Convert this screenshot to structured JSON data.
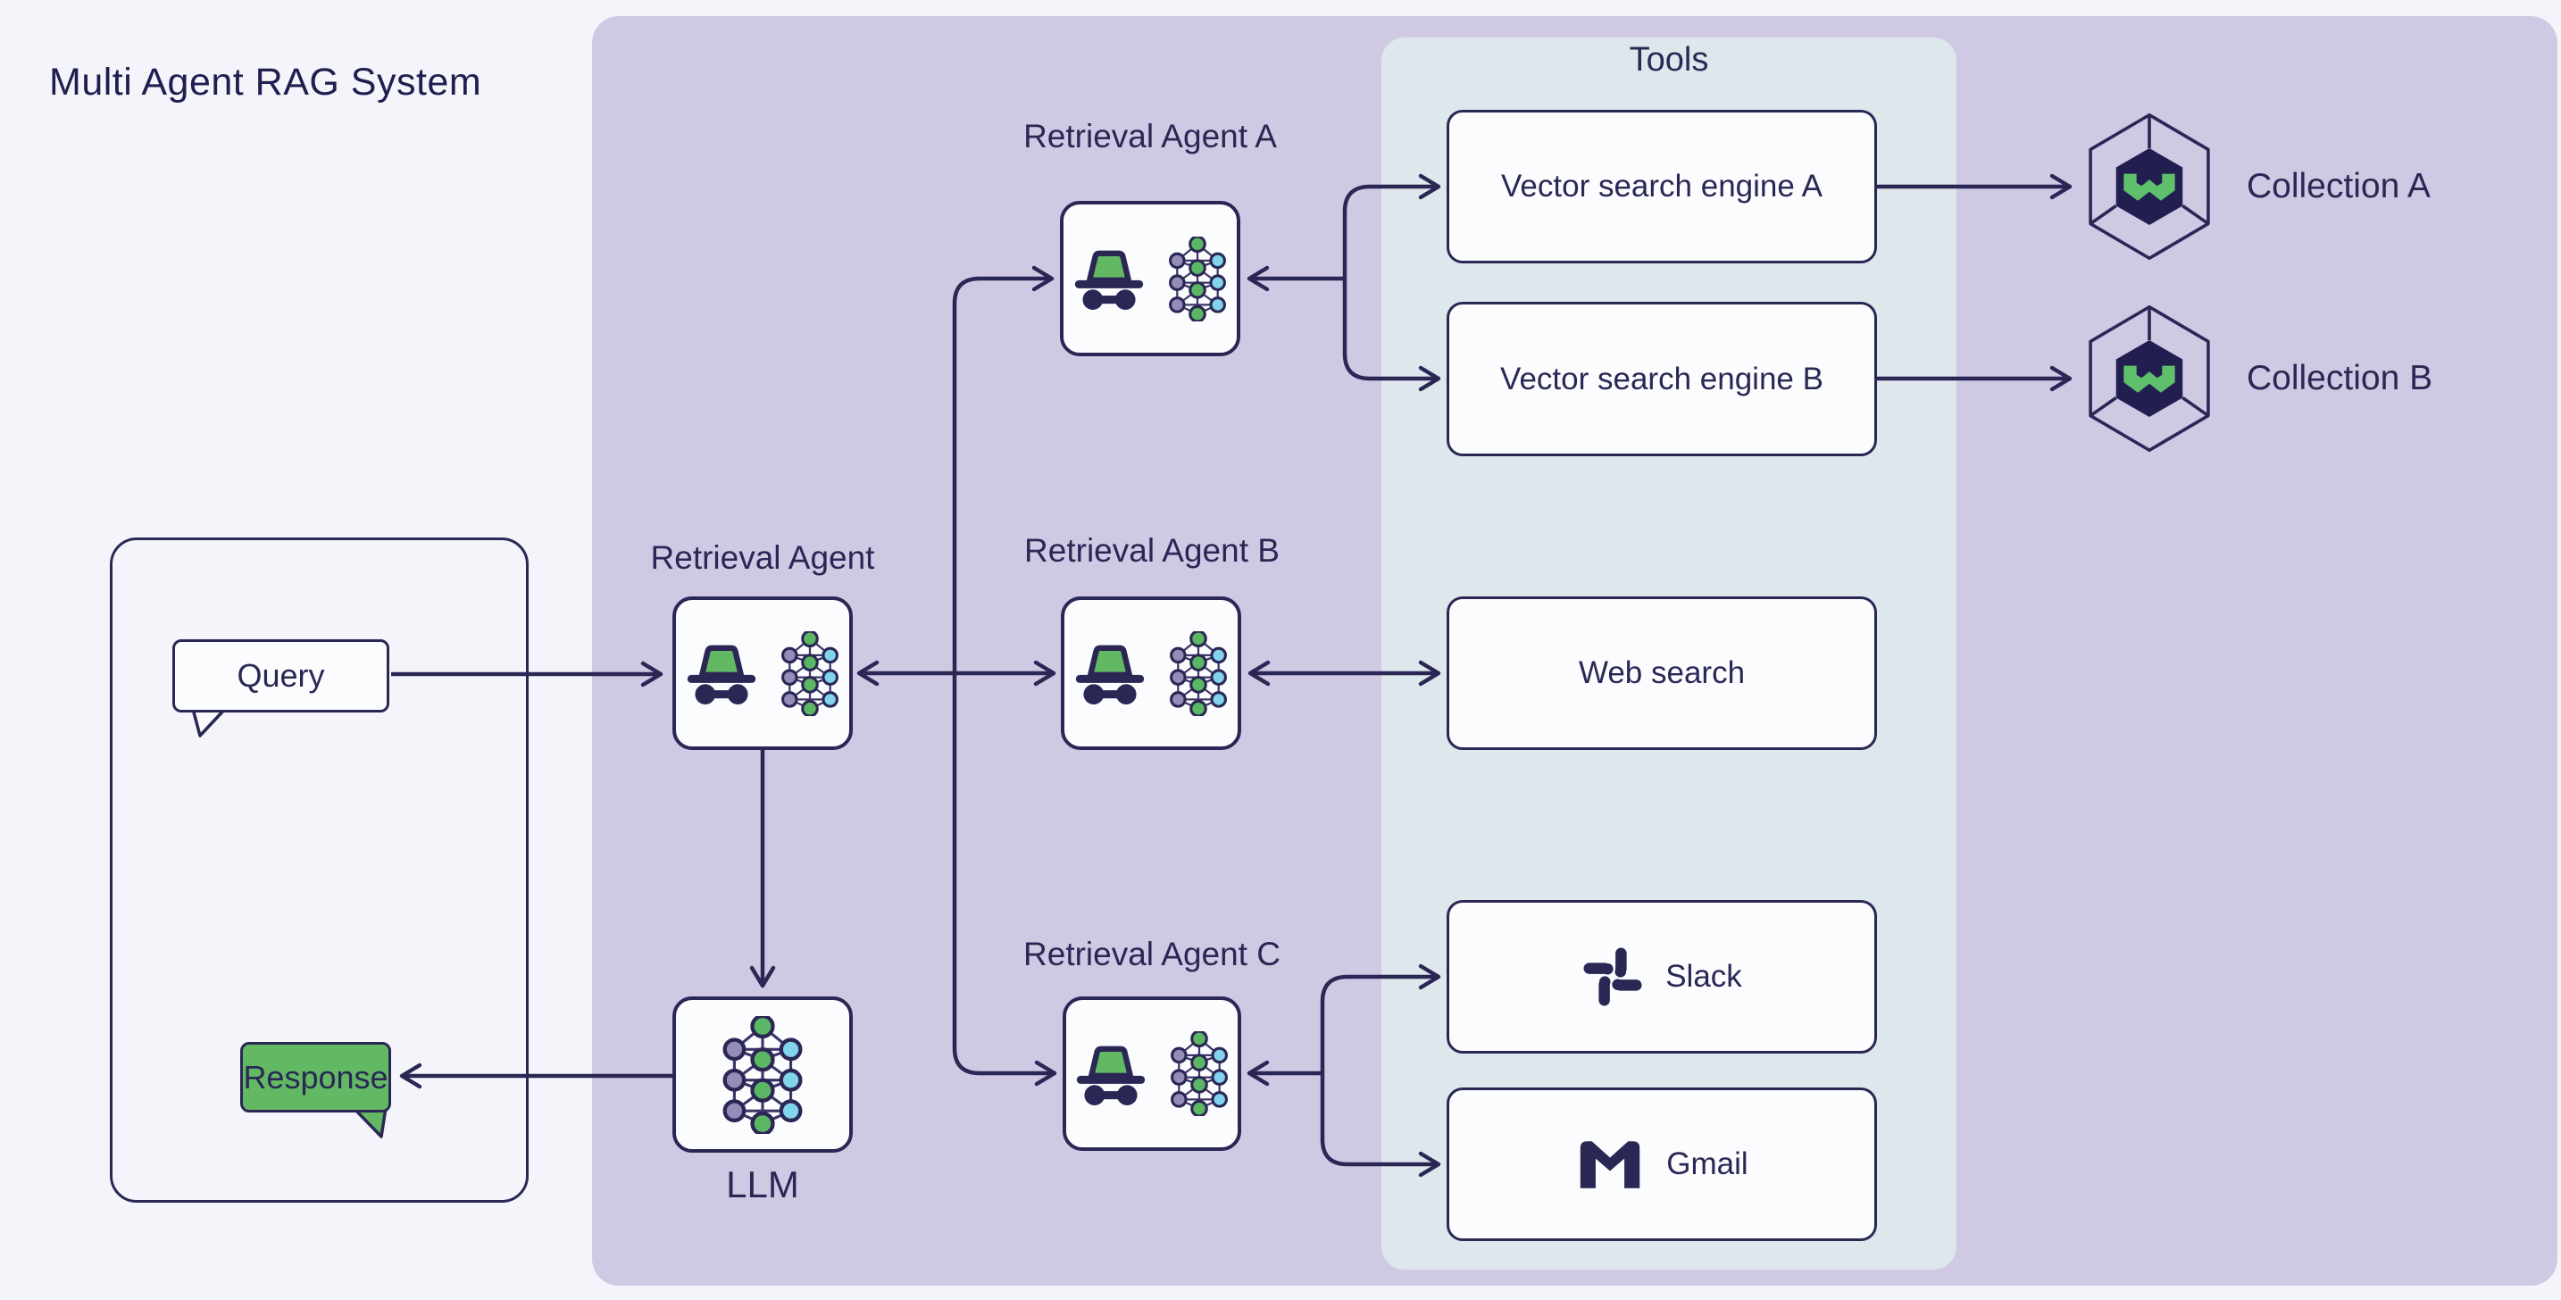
{
  "title": "Multi Agent RAG System",
  "tools_panel": {
    "label": "Tools"
  },
  "io": {
    "query": "Query",
    "response": "Response"
  },
  "agents": {
    "main": {
      "label": "Retrieval Agent"
    },
    "a": {
      "label": "Retrieval Agent A"
    },
    "b": {
      "label": "Retrieval Agent B"
    },
    "c": {
      "label": "Retrieval Agent C"
    }
  },
  "llm": {
    "label": "LLM"
  },
  "tools": {
    "vector_a": {
      "label": "Vector search engine A"
    },
    "vector_b": {
      "label": "Vector search engine B"
    },
    "web_search": {
      "label": "Web search"
    },
    "slack": {
      "label": "Slack"
    },
    "gmail": {
      "label": "Gmail"
    }
  },
  "collections": {
    "a": {
      "label": "Collection A"
    },
    "b": {
      "label": "Collection B"
    }
  },
  "icons": {
    "agent": "incognito-agent-icon",
    "neural_net": "neural-network-icon",
    "collection": "weaviate-hexagon-icon",
    "slack": "slack-logo-icon",
    "gmail": "gmail-logo-icon"
  },
  "colors": {
    "ink": "#2b2755",
    "green": "#63b963",
    "panel_purple": "#cfc9e4",
    "panel_tools": "#dee7ec",
    "card_bg": "#fbfcfe",
    "page_bg": "#f4f5fa",
    "node_green": "#5cb764",
    "node_purple": "#938db8",
    "node_cyan": "#82d3ec"
  }
}
